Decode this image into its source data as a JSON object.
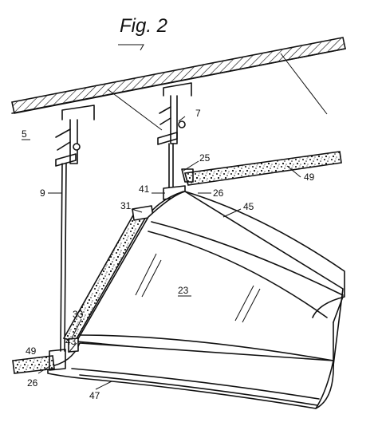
{
  "figure": {
    "title": "Fig. 2",
    "labels": {
      "l5": "5",
      "l7": "7",
      "l9": "9",
      "l23": "23",
      "l25": "25",
      "l26a": "26",
      "l26b": "26",
      "l31": "31",
      "l33": "33",
      "l41": "41",
      "l43": "43",
      "l45": "45",
      "l47": "47",
      "l49a": "49",
      "l49b": "49"
    }
  }
}
